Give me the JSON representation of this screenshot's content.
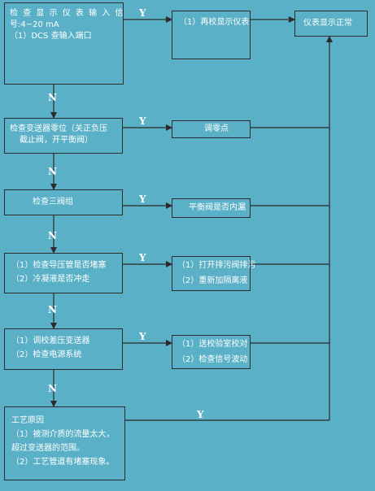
{
  "boxes": {
    "step1": [
      "检 查 显 示 仪 表 输 入 信",
      "号:4~20 mA",
      "（1）DCS 查输入端口"
    ],
    "step2": [
      "检查变送器零位（关正负压",
      "截止阀，开平衡阀）"
    ],
    "step3": [
      "检查三阀组"
    ],
    "step4": [
      "（1）检查导压管是否堵塞",
      "（2）冷凝液是否冲走"
    ],
    "step5": [
      "（1）调校差压变送器",
      "（2）检查电源系统"
    ],
    "step6": [
      "工艺原因",
      "（1）被测介质的流量太大，",
      "超过变送器的范围。",
      "（2）工艺管道有堵塞现象。"
    ],
    "act1": [
      "（1）再校显示仪表"
    ],
    "act2": [
      "调零点"
    ],
    "act3": [
      "平衡阀是否内漏"
    ],
    "act4": [
      "（1）打开排污阀排污",
      "（2）重新加隔离液"
    ],
    "act5": [
      "（1）送校验室校对",
      "（2）检查信号波动"
    ],
    "result": [
      "仪表显示正常"
    ]
  },
  "labels": {
    "yes": "Y",
    "no": "N"
  },
  "colors": {
    "background": "#5ab0c6",
    "line": "#2b2b2b",
    "text": "#ffffff"
  }
}
